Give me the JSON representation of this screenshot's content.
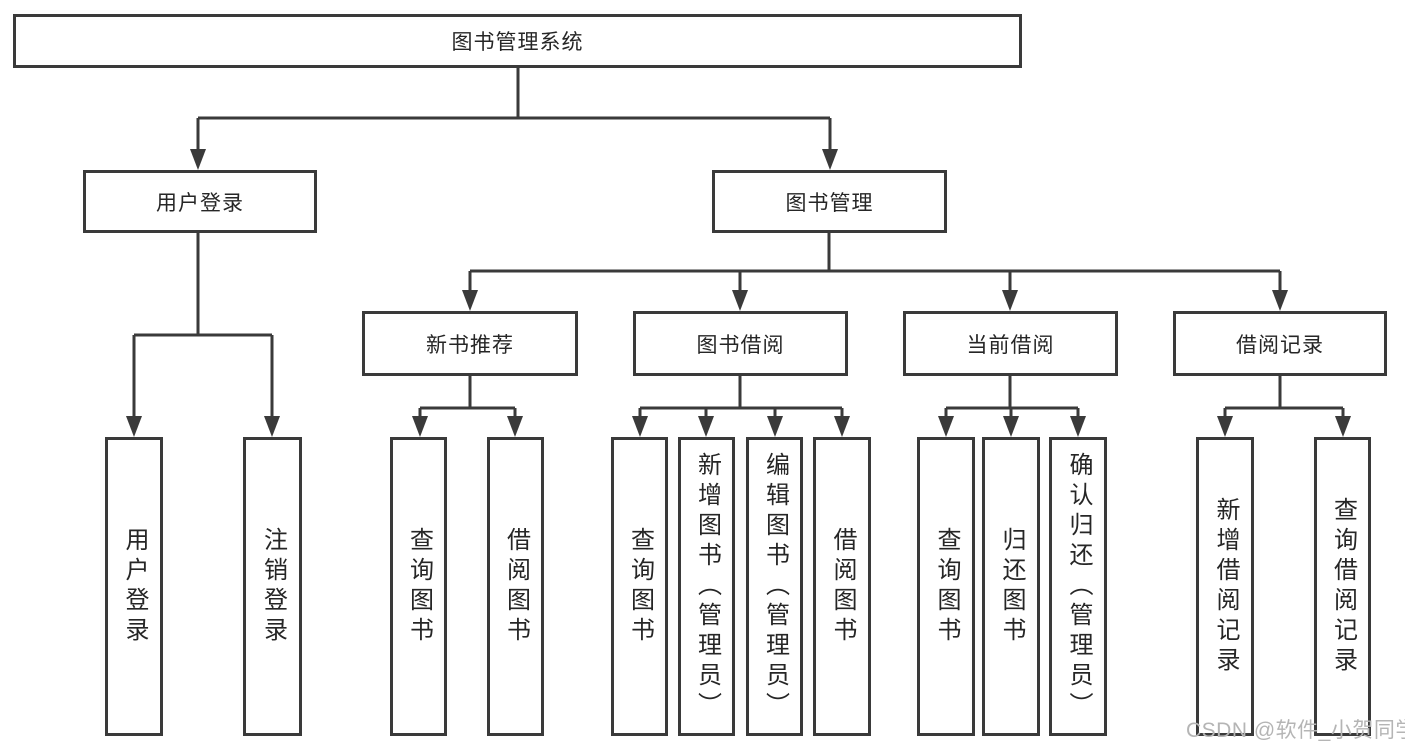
{
  "title": "图书管理系统",
  "branches": [
    {
      "label": "用户登录",
      "children": [
        {
          "label": "用户登录"
        },
        {
          "label": "注销登录"
        }
      ]
    },
    {
      "label": "图书管理",
      "children": [
        {
          "label": "新书推荐",
          "children": [
            {
              "label": "查询图书"
            },
            {
              "label": "借阅图书"
            }
          ]
        },
        {
          "label": "图书借阅",
          "children": [
            {
              "label": "查询图书"
            },
            {
              "label": "新增图书（管理员）"
            },
            {
              "label": "编辑图书（管理员）"
            },
            {
              "label": "借阅图书"
            }
          ]
        },
        {
          "label": "当前借阅",
          "children": [
            {
              "label": "查询图书"
            },
            {
              "label": "归还图书"
            },
            {
              "label": "确认归还（管理员）"
            }
          ]
        },
        {
          "label": "借阅记录",
          "children": [
            {
              "label": "新增借阅记录"
            },
            {
              "label": "查询借阅记录"
            }
          ]
        }
      ]
    }
  ],
  "watermark": "CSDN @软件_小贺同学",
  "colors": {
    "line": "#3a3a3a",
    "text": "#262626",
    "watermark": "#b5b5b5",
    "background": "#ffffff"
  }
}
